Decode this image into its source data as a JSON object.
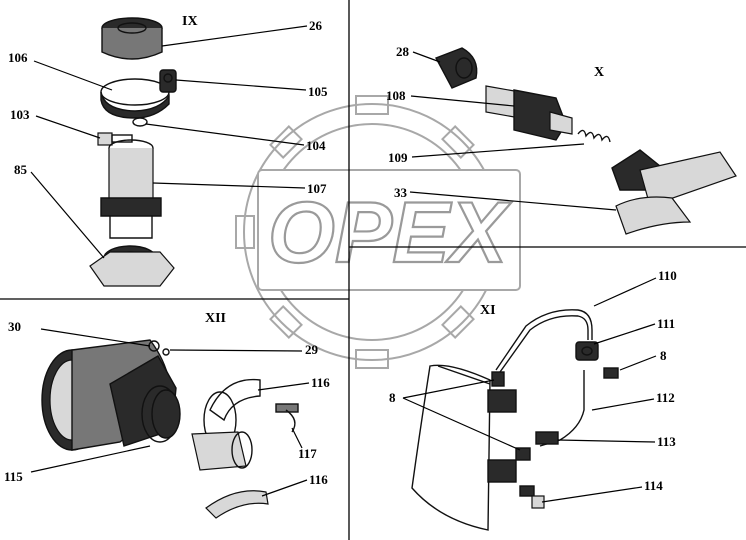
{
  "watermark": {
    "text": "OPEX"
  },
  "sections": {
    "ix": "IX",
    "x": "X",
    "xi": "XI",
    "xii": "XII"
  },
  "callouts": {
    "c26": "26",
    "c106": "106",
    "c105": "105",
    "c103": "103",
    "c104": "104",
    "c85": "85",
    "c107": "107",
    "c28": "28",
    "c108": "108",
    "c109": "109",
    "c33": "33",
    "c110": "110",
    "c111": "111",
    "c8a": "8",
    "c8b": "8",
    "c112": "112",
    "c113": "113",
    "c114": "114",
    "c30": "30",
    "c29": "29",
    "c116a": "116",
    "c117": "117",
    "c115": "115",
    "c116b": "116"
  }
}
